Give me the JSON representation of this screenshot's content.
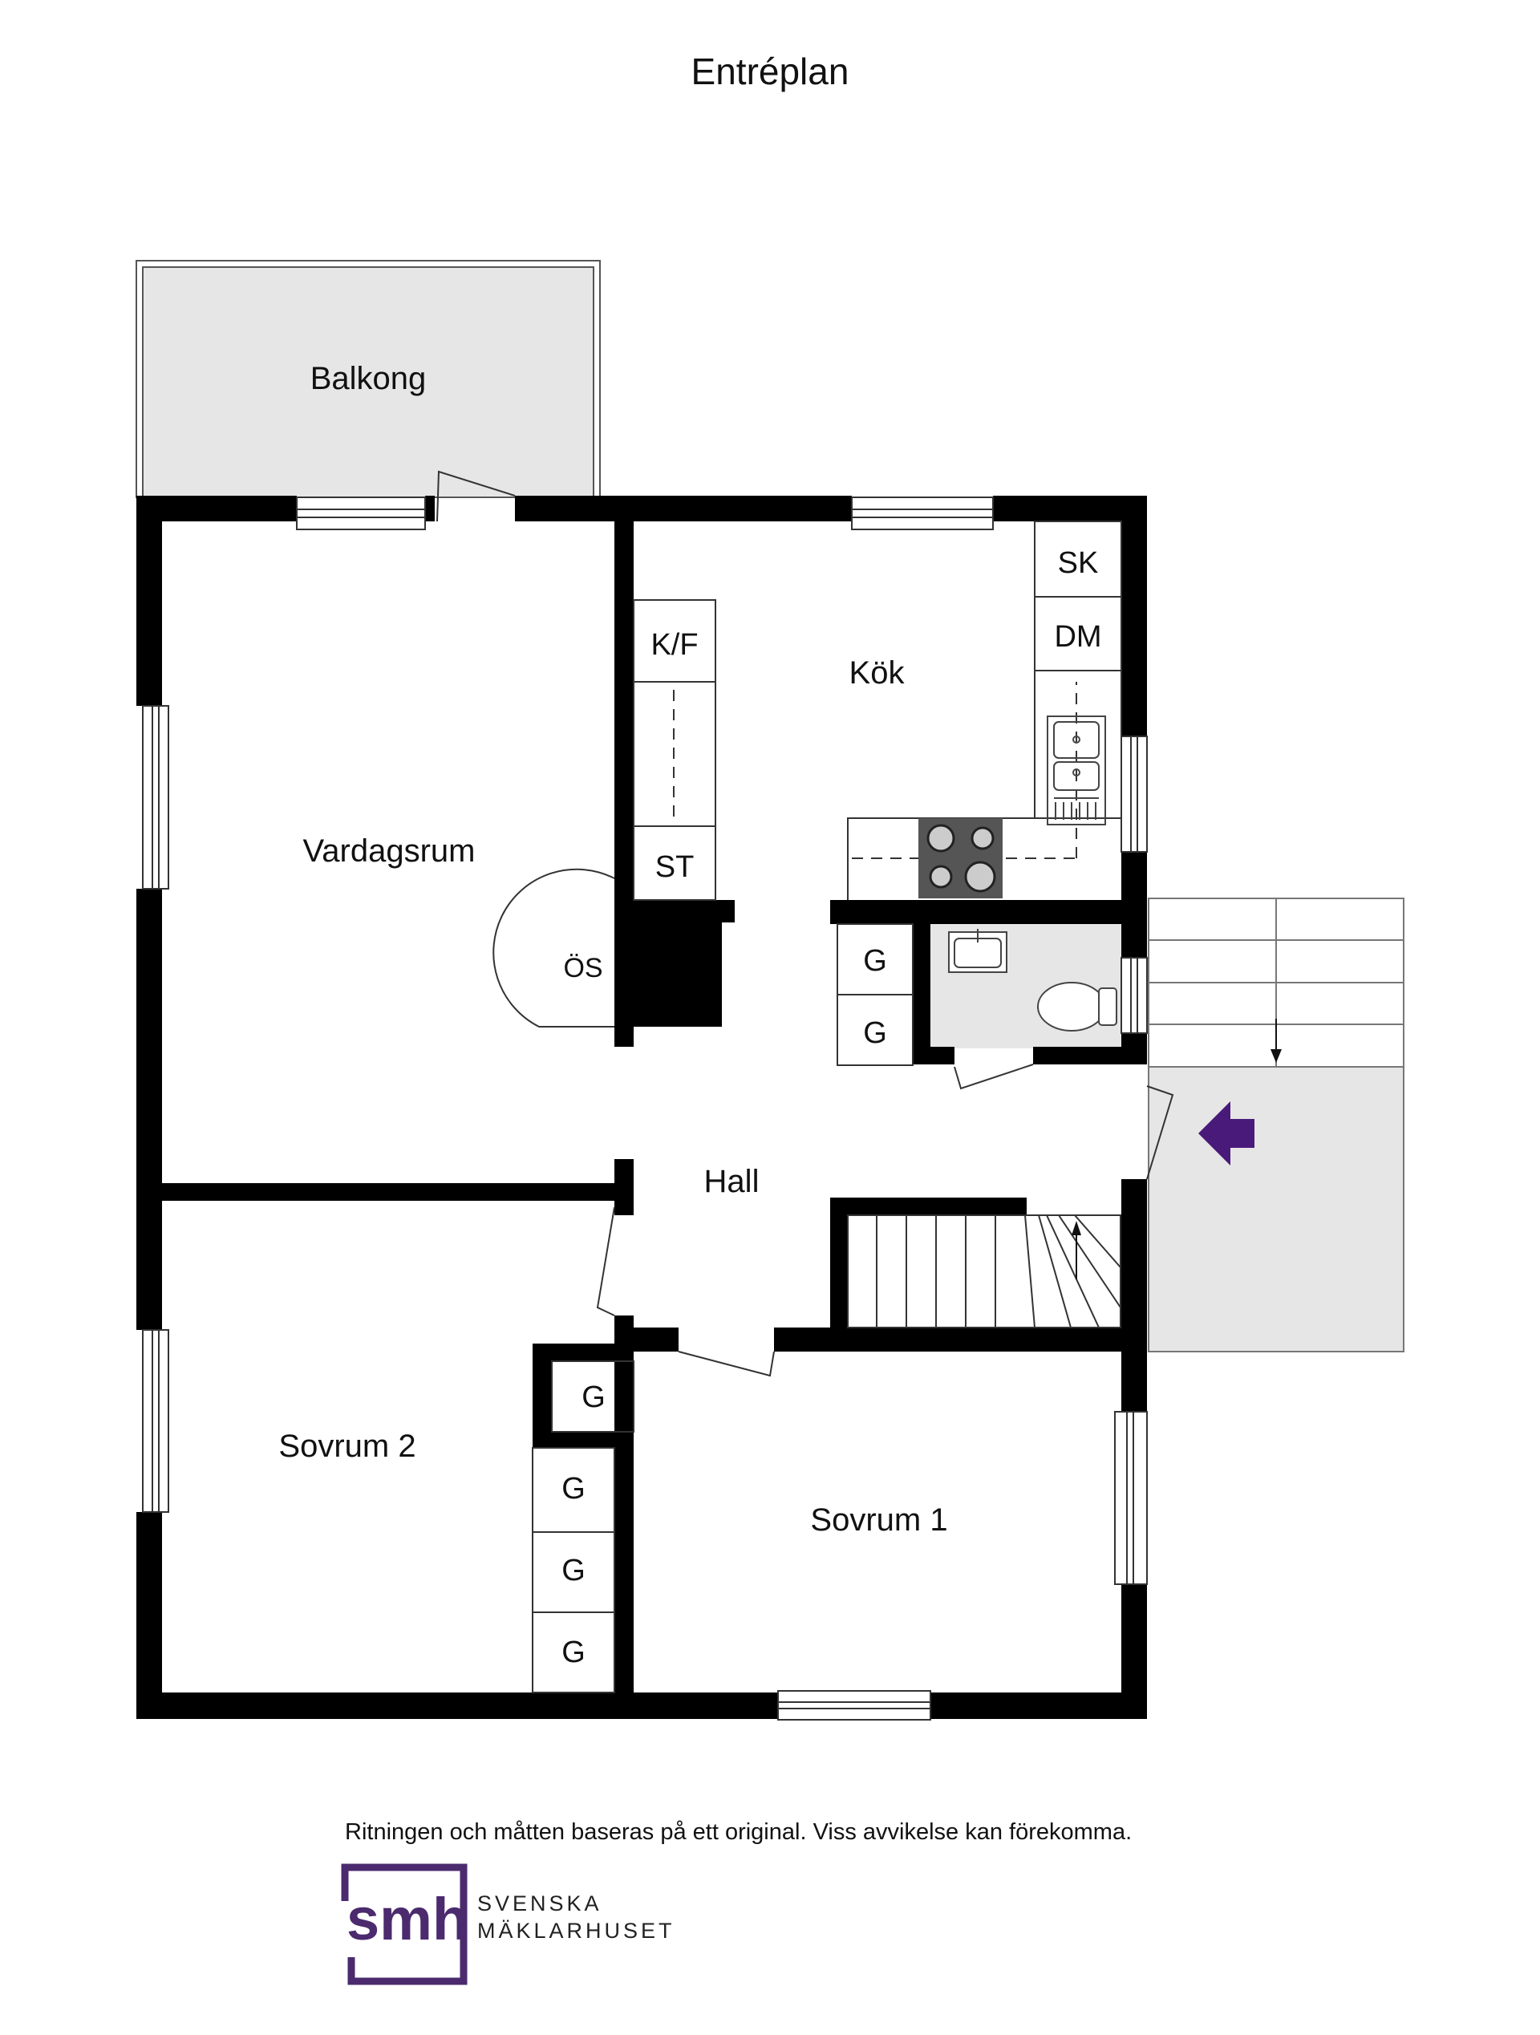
{
  "title": "Entréplan",
  "rooms": {
    "balcony": "Balkong",
    "kitchen": "Kök",
    "living_room": "Vardagsrum",
    "hall": "Hall",
    "bedroom_2": "Sovrum 2",
    "bedroom_1": "Sovrum 1"
  },
  "fixtures": {
    "kf": "K/F",
    "st": "ST",
    "sk": "SK",
    "dm": "DM",
    "os": "ÖS",
    "wardrobe": "G"
  },
  "disclaimer": "Ritningen och måtten baseras på ett original. Viss avvikelse kan förekomma.",
  "logo": {
    "mark": "smh",
    "line1": "SVENSKA",
    "line2": "MÄKLARHUSET",
    "color": "#4b2a6e"
  },
  "colors": {
    "wall": "#000000",
    "floor_shade": "#e6e6e6",
    "entrance_arrow": "#4a1a7a"
  }
}
